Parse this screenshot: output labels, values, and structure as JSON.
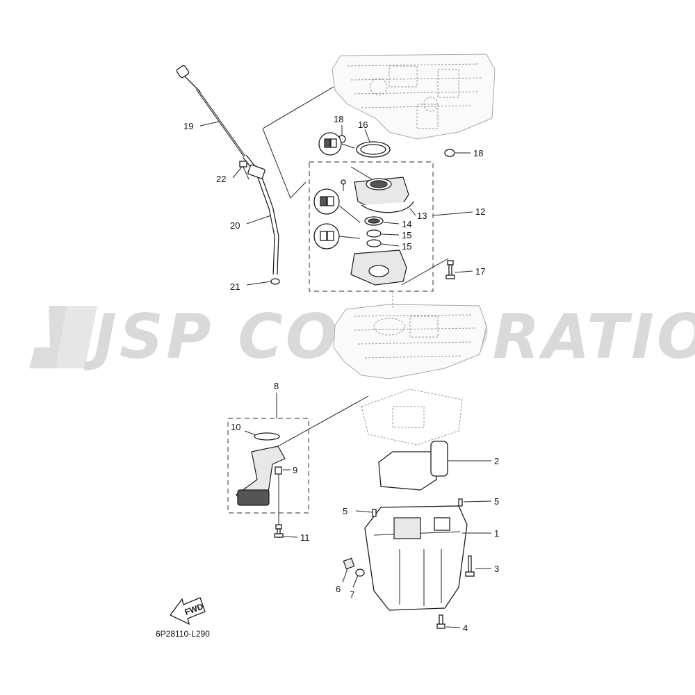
{
  "watermark": "JSP CORPORATION",
  "diagram_code": "6P28110-L290",
  "fwd_label": "FWD",
  "callouts": {
    "c1": "1",
    "c2": "2",
    "c3": "3",
    "c4": "4",
    "c5a": "5",
    "c5b": "5",
    "c6": "6",
    "c7": "7",
    "c8": "8",
    "c9": "9",
    "c10": "10",
    "c11": "11",
    "c12": "12",
    "c13": "13",
    "c14": "14",
    "c15a": "15",
    "c15b": "15",
    "c16": "16",
    "c17": "17",
    "c18a": "18",
    "c18b": "18",
    "c19": "19",
    "c20": "20",
    "c21": "21",
    "c22": "22"
  }
}
